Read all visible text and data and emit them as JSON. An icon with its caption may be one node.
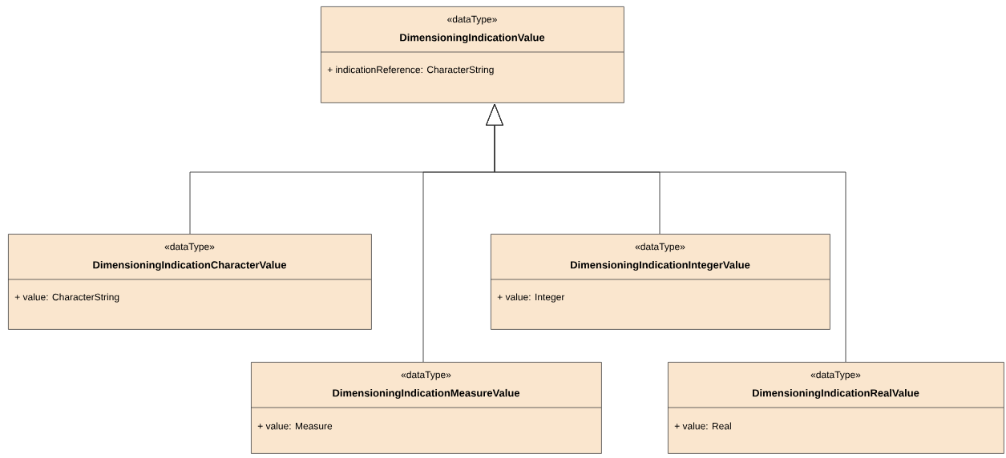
{
  "diagram": {
    "nodes": [
      {
        "text": [
          "«dataType»",
          "DimensioningIndicationValue",
          "+ indicationReference: CharacterString"
        ]
      },
      {
        "text": [
          "«dataType»",
          "DimensioningIndicationCharacterValue",
          "+ value: CharacterString"
        ]
      },
      {
        "text": [
          "«dataType»",
          "DimensioningIndicationIntegerValue",
          "+ value: Integer"
        ]
      },
      {
        "text": [
          "«dataType»",
          "DimensioningIndicationMeasureValue",
          "+ value: Measure"
        ]
      },
      {
        "text": [
          "«dataType»",
          "DimensioningIndicationRealValue",
          "+ value: Real"
        ]
      }
    ],
    "edges": [
      {
        "from": 1,
        "to": 0,
        "arrow": "to"
      },
      {
        "from": 3,
        "to": 0,
        "arrow": "to"
      },
      {
        "from": 2,
        "to": 0,
        "arrow": "to"
      },
      {
        "from": 4,
        "to": 0,
        "arrow": "to"
      }
    ]
  }
}
